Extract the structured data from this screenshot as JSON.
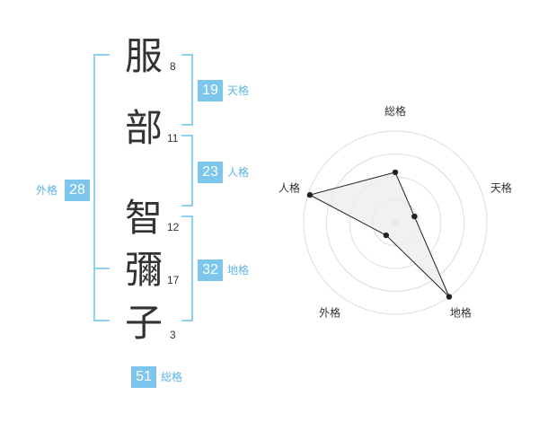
{
  "characters": [
    {
      "char": "服",
      "strokes": "8"
    },
    {
      "char": "部",
      "strokes": "11"
    },
    {
      "char": "智",
      "strokes": "12"
    },
    {
      "char": "彌",
      "strokes": "17"
    },
    {
      "char": "子",
      "strokes": "3"
    }
  ],
  "fortunes": {
    "tenkaku": {
      "value": "19",
      "label": "天格"
    },
    "jinkaku": {
      "value": "23",
      "label": "人格"
    },
    "chikaku": {
      "value": "32",
      "label": "地格"
    },
    "gaikaku": {
      "value": "28",
      "label": "外格"
    },
    "soukaku": {
      "value": "51",
      "label": "総格"
    }
  },
  "chart_data": {
    "type": "radar",
    "axes": [
      "総格",
      "天格",
      "地格",
      "外格",
      "人格"
    ],
    "values": [
      0.55,
      0.22,
      1.0,
      0.17,
      0.98
    ],
    "rings": 4,
    "colors": {
      "line": "#222222",
      "fill": "#eeeeee",
      "grid": "#dddddd",
      "center": "#cccccc"
    }
  },
  "colors": {
    "accent": "#7cc6ee",
    "bracket": "#8fd0f0",
    "label": "#5bb4e4",
    "text": "#333333"
  }
}
